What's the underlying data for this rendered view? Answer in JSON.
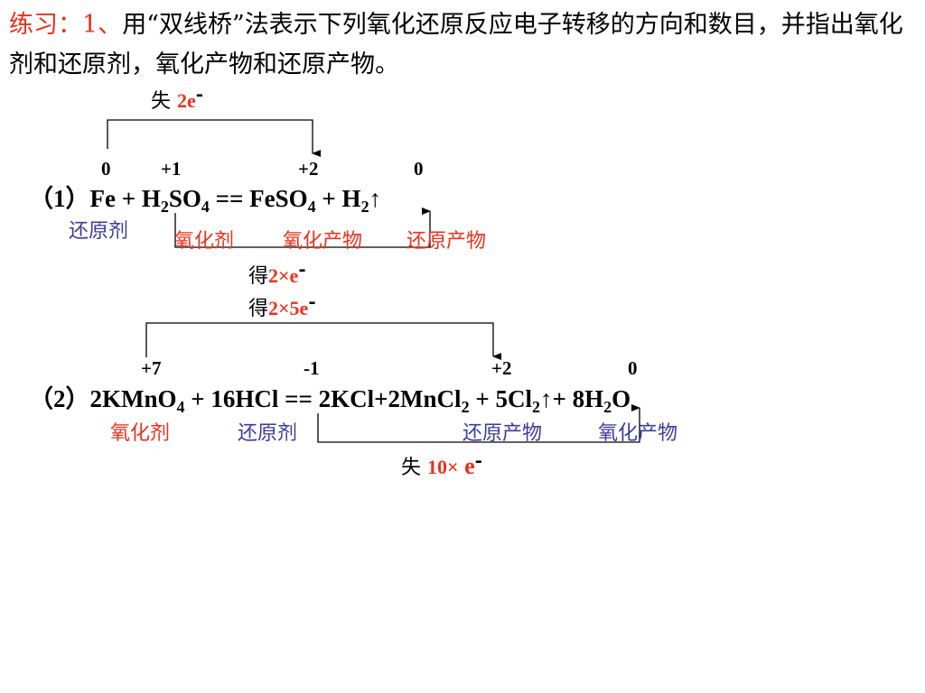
{
  "intro": {
    "prefix": "练习：1、",
    "text": "用“双线桥”法表示下列氧化还原反应电子转移的方向和数目，并指出氧化剂和还原剂，氧化产物和还原产物。"
  },
  "reaction1": {
    "top_note": {
      "word": "失",
      "amount": "2e",
      "sign": "-"
    },
    "ox_states": [
      "0",
      "+1",
      "+2",
      "0"
    ],
    "equation": {
      "label": "（1）",
      "fe": "Fe",
      "plus1": " + H",
      "sub_h2": "2",
      "so": "SO",
      "sub_o4a": "4",
      "eqsign": " == FeSO",
      "sub_o4b": "4",
      "plus2": " + H",
      "sub_h2b": "2",
      "arrow": "↑"
    },
    "roles": {
      "reductant": "还原剂",
      "oxidant": "氧化剂",
      "ox_product": "氧化产物",
      "red_product": "还原产物"
    },
    "bottom_note": {
      "word": "得",
      "amount": "2×e",
      "sign": "-"
    }
  },
  "reaction2": {
    "top_note": {
      "word": "得",
      "amount": "2×5e",
      "sign": "-"
    },
    "ox_states": [
      "+7",
      "-1",
      "+2",
      "0"
    ],
    "equation": {
      "label": "（2）",
      "p1": "2KMnO",
      "s1": "4",
      "p2": " + 16HCl == 2KCl+2MnCl",
      "s2": "2",
      "p3": " + 5Cl",
      "s3": "2",
      "p4": "↑+ 8H",
      "s4": "2",
      "p5": "O"
    },
    "roles": {
      "oxidant": "氧化剂",
      "reductant": "还原剂",
      "red_product": "还原产物",
      "ox_product": "氧化产物"
    },
    "bottom_note": {
      "word": "失",
      "amount": "10×",
      "e": " e",
      "sign": "-"
    }
  },
  "colors": {
    "red": "#e8321e",
    "blue": "#3b3c99"
  }
}
